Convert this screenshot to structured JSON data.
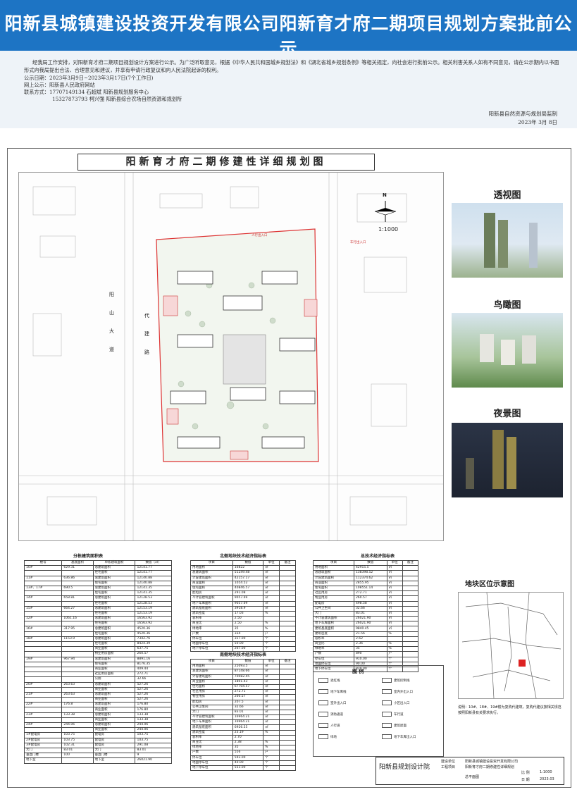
{
  "banner": {
    "title": "阳新县城镇建设投资开发有限公司阳新育才府二期项目规划方案批前公示"
  },
  "notice": {
    "intro": "经我局工作安排，对阳新育才府二期项目规划设计方案进行公示。为广泛听取意见，根据《中华人民共和国城乡规划法》和《湖北省城乡规划条例》等相关规定，向社会进行批前公示。相关利害关系人如有不同意见，请在公示期内以书面形式向我局提出合法、合理意见和建议，并享有申请行政复议和向人民法院起诉的权利。",
    "period": "公示日期：2023年3月9日~2023年3月17日(7个工作日)",
    "web": "网上公示：阳新县人民政府网站",
    "contact1": "联系方式：17707149134    石超斌    阳新县规划服务中心",
    "contact2": "15327873793    柯兴强    阳新县综合农场自然资源和规划所",
    "issuer": "阳新县自然资源与规划局监制",
    "date": "2023年 3月 8日"
  },
  "plan": {
    "title": "阳新育才府二期修建性详细规划图",
    "scale": "1:1000",
    "north": "N",
    "road_left": "阳山大道",
    "road_mid": "代建路",
    "gate": "人行出入口",
    "gate2": "车行出入口"
  },
  "renders": {
    "perspective": "透视图",
    "aerial": "鸟瞰图",
    "night": "夜景图",
    "colors": {
      "sky": "#cfe0ee",
      "green": "#5f8a4c",
      "night": "#1d2330"
    }
  },
  "table_building": {
    "caption": "分栋建筑面积表",
    "headers": [
      "楼号",
      "基底面积",
      "单栋建筑面积",
      "数值（㎡）"
    ],
    "rows": [
      [
        "10#",
        "629.31",
        "总建筑面积",
        "12141.77"
      ],
      [
        "",
        "",
        "住宅面积",
        "12141.77"
      ],
      [
        "11#",
        "636.86",
        "总建筑面积",
        "12140.88"
      ],
      [
        "",
        "",
        "住宅面积",
        "12140.88"
      ],
      [
        "13#、17#",
        "690.5",
        "总建筑面积",
        "12141.35"
      ],
      [
        "",
        "",
        "住宅面积",
        "12141.35"
      ],
      [
        "14#",
        "658.81",
        "总建筑面积",
        "12128.53"
      ],
      [
        "",
        "",
        "住宅面积",
        "12128.53"
      ],
      [
        "15#",
        "664.27",
        "总建筑面积",
        "12153.19"
      ],
      [
        "",
        "",
        "住宅面积",
        "12153.19"
      ],
      [
        "12#",
        "1061.16",
        "总建筑面积",
        "16563.92"
      ],
      [
        "",
        "",
        "住宅面积",
        "16563.92"
      ],
      [
        "16#",
        "317.95",
        "总建筑面积",
        "4520.36"
      ],
      [
        "",
        "",
        "住宅面积",
        "4520.36"
      ],
      [
        "18#",
        "1153.9",
        "总建筑面积",
        "7342.76"
      ],
      [
        "",
        "",
        "住宅面积",
        "8424.39"
      ],
      [
        "",
        "",
        "商业面积",
        "637.75"
      ],
      [
        "",
        "",
        "物业用房面积",
        "260.57"
      ],
      [
        "19#",
        "967.94",
        "总建筑面积",
        "8891.16"
      ],
      [
        "",
        "",
        "住宅面积",
        "8176.35"
      ],
      [
        "",
        "",
        "商业面积",
        "409.44"
      ],
      [
        "",
        "",
        "社区用房面积",
        "272.71"
      ],
      [
        "",
        "",
        "公厕",
        "32.66"
      ],
      [
        "20#",
        "263.63",
        "总建筑面积",
        "527.26"
      ],
      [
        "",
        "",
        "商业面积",
        "527.26"
      ],
      [
        "21#",
        "263.63",
        "总建筑面积",
        "527.26"
      ],
      [
        "",
        "",
        "商业面积",
        "527.26"
      ],
      [
        "22#",
        "176.8",
        "总建筑面积",
        "176.80"
      ],
      [
        "",
        "",
        "商业面积",
        "176.80"
      ],
      [
        "23#",
        "133.38",
        "总建筑面积",
        "133.38"
      ],
      [
        "",
        "",
        "商业面积",
        "133.38"
      ],
      [
        "24#",
        "244.06",
        "总建筑面积",
        "244.06"
      ],
      [
        "",
        "",
        "商业面积",
        "244.06"
      ],
      [
        "1#配电房",
        "103.75",
        "配电房",
        "103.75"
      ],
      [
        "2#配电房",
        "103.75",
        "配电房",
        "103.75"
      ],
      [
        "3#配电房",
        "102.31",
        "配电房",
        "291.08"
      ],
      [
        "大门",
        "83.01",
        "大门",
        "83.01"
      ],
      [
        "垂直门楼",
        "100",
        "垂直门楼",
        "9"
      ],
      [
        "地下室",
        "",
        "地下室",
        "26021.90"
      ]
    ]
  },
  "table_north": {
    "caption": "北侧地块技术经济指标表",
    "headers": [
      "项目",
      "数值",
      "单位",
      "备注"
    ],
    "rows": [
      [
        "用地面积",
        "16822",
        "㎡",
        ""
      ],
      [
        "总建筑面积",
        "51249.48",
        "㎡",
        ""
      ],
      [
        "计容建筑面积",
        "42157.17",
        "㎡",
        ""
      ],
      [
        "商业面积",
        "1054.52",
        "㎡",
        ""
      ],
      [
        "住宅面积",
        "40846.57",
        "㎡",
        ""
      ],
      [
        "配电房",
        "291.08",
        "㎡",
        ""
      ],
      [
        "不计容建筑面积",
        "9057.69",
        "㎡",
        ""
      ],
      [
        "地下车库面积",
        "9057.69",
        "㎡",
        ""
      ],
      [
        "建筑基底面积",
        "3918.9",
        "㎡",
        ""
      ],
      [
        "建筑密度",
        "17.03",
        "%",
        ""
      ],
      [
        "容积率",
        "2.50",
        "",
        ""
      ],
      [
        "商业比",
        "2.50",
        "%",
        ""
      ],
      [
        "绿地率",
        "35",
        "%",
        ""
      ],
      [
        "户数",
        "334",
        "户",
        ""
      ],
      [
        "停车位",
        "317.00",
        "个",
        ""
      ],
      [
        "地面停车位",
        "50.00",
        "个",
        ""
      ],
      [
        "地下停车位",
        "267.00",
        "个",
        ""
      ]
    ]
  },
  "table_south": {
    "caption": "南侧地块技术经济指标表",
    "headers": [
      "项目",
      "数值",
      "单位",
      "备注"
    ],
    "rows": [
      [
        "用地面积",
        "25093.5",
        "㎡",
        ""
      ],
      [
        "总建筑面积",
        "87148.66",
        "㎡",
        ""
      ],
      [
        "计容建筑面积",
        "70082.45",
        "㎡",
        ""
      ],
      [
        "商业面积",
        "1801.43",
        "㎡",
        ""
      ],
      [
        "住宅面积",
        "67704.57",
        "㎡",
        ""
      ],
      [
        "社区用房",
        "272.71",
        "㎡",
        ""
      ],
      [
        "物业用房",
        "260.57",
        "㎡",
        ""
      ],
      [
        "配电房",
        "207.5",
        "㎡",
        ""
      ],
      [
        "公共卫生间",
        "32.66",
        "㎡",
        ""
      ],
      [
        "大门",
        "83.01",
        "㎡",
        ""
      ],
      [
        "不计容建筑面积",
        "16964.21",
        "㎡",
        ""
      ],
      [
        "地下车库面积",
        "16964.21",
        "㎡",
        ""
      ],
      [
        "建筑基底面积",
        "6926.55",
        "㎡",
        ""
      ],
      [
        "建筑密度",
        "23.19",
        "%",
        ""
      ],
      [
        "容积率",
        "2.70",
        "",
        ""
      ],
      [
        "商业比",
        "2.38",
        "%",
        ""
      ],
      [
        "绿地率",
        "35",
        "%",
        ""
      ],
      [
        "户数",
        "556",
        "户",
        ""
      ],
      [
        "停车位",
        "593.00",
        "个",
        ""
      ],
      [
        "地面停车位",
        "40.00",
        "个",
        ""
      ],
      [
        "地下停车位",
        "553.00",
        "个",
        ""
      ]
    ]
  },
  "table_total": {
    "caption": "总技术经济指标表",
    "headers": [
      "项目",
      "数值",
      "单位",
      "备注"
    ],
    "rows": [
      [
        "用地面积",
        "42915.5",
        "㎡",
        ""
      ],
      [
        "总建筑面积",
        "138398.52",
        "㎡",
        ""
      ],
      [
        "计容建筑面积",
        "112374.62",
        "㎡",
        ""
      ],
      [
        "商业面积",
        "2855.95",
        "㎡",
        ""
      ],
      [
        "住宅面积",
        "108551.14",
        "㎡",
        ""
      ],
      [
        "社区用房",
        "272.71",
        "㎡",
        ""
      ],
      [
        "物业用房",
        "260.57",
        "㎡",
        ""
      ],
      [
        "配电房",
        "498.58",
        "㎡",
        ""
      ],
      [
        "公共卫生间",
        "32.66",
        "㎡",
        ""
      ],
      [
        "大门",
        "83.01",
        "㎡",
        ""
      ],
      [
        "不计容建筑面积",
        "26021.90",
        "㎡",
        ""
      ],
      [
        "地下车库面积",
        "26021.90",
        "㎡",
        ""
      ],
      [
        "建筑基底面积",
        "9840.45",
        "㎡",
        ""
      ],
      [
        "建筑密度",
        "21.56",
        "%",
        ""
      ],
      [
        "容积率",
        "2.62",
        "",
        ""
      ],
      [
        "商业比",
        "2.36",
        "%",
        ""
      ],
      [
        "绿地率",
        "35",
        "%",
        ""
      ],
      [
        "户数",
        "890",
        "户",
        ""
      ],
      [
        "停车位",
        "910.00",
        "个",
        ""
      ],
      [
        "地面停车位",
        "90.00",
        "个",
        ""
      ],
      [
        "地下停车位",
        "820.00",
        "个",
        ""
      ]
    ]
  },
  "legend": {
    "title": "图 例",
    "items": [
      "退红线",
      "建筑控制线",
      "地下车库线",
      "室内外出入口",
      "室外出入口",
      "小区出入口",
      "消防通道",
      "车行道",
      "人行道",
      "建筑屋面",
      "绿地",
      "地下车库出入口"
    ]
  },
  "location": {
    "title": "地块区位示意图"
  },
  "note": "说明：10#、18#、19#楼为复购代建筑，复购代建议按相关规范按照阳新县有关要求执行。",
  "titleblock": {
    "institute": "阳新县规划设计院",
    "client_label": "建设单位",
    "client": "阳新县城镇建设投资开发有限公司",
    "project_label": "工程项目",
    "project": "阳新育才府二期修建性详细规划",
    "drawing": "总平面图",
    "scale_label": "比 例",
    "scale": "1:1000",
    "date_label": "日 期",
    "date": "2023.03"
  }
}
